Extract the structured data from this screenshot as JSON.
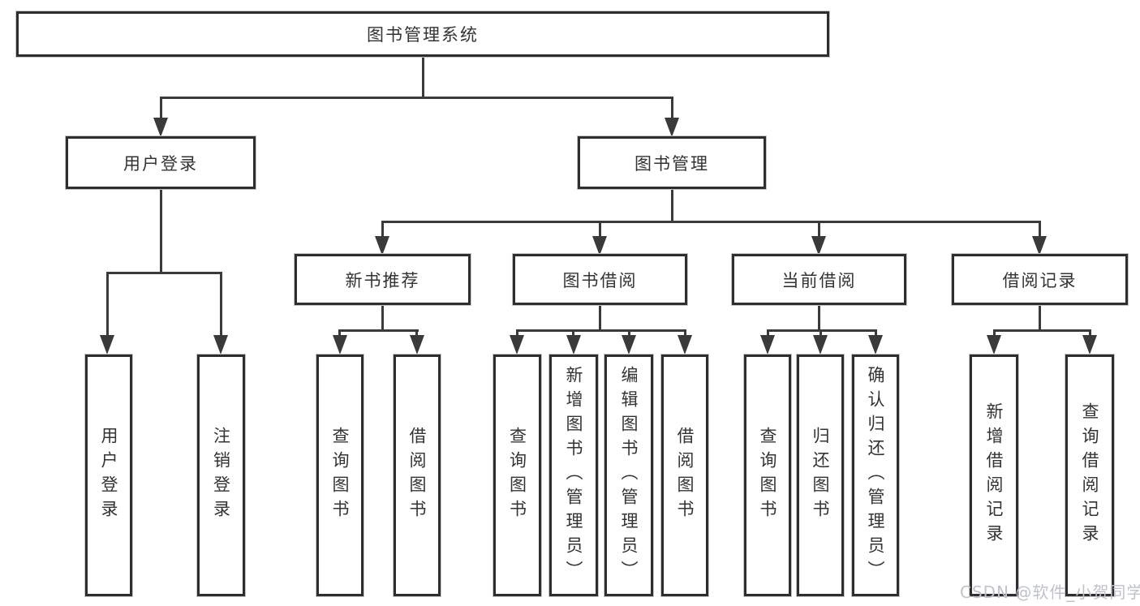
{
  "diagram": {
    "title_node": {
      "label": "图书管理系统"
    },
    "level2": [
      {
        "label": "用户登录"
      },
      {
        "label": "图书管理"
      }
    ],
    "level3": [
      {
        "label": "新书推荐"
      },
      {
        "label": "图书借阅"
      },
      {
        "label": "当前借阅"
      },
      {
        "label": "借阅记录"
      }
    ],
    "leaves": {
      "user_login": [
        {
          "label": "用户登录"
        },
        {
          "label": "注销登录"
        }
      ],
      "new_book_rec": [
        {
          "label": "查询图书"
        },
        {
          "label": "借阅图书"
        }
      ],
      "book_borrow": [
        {
          "label": "查询图书"
        },
        {
          "label": "新增图书（管理员）"
        },
        {
          "label": "编辑图书（管理员）"
        },
        {
          "label": "借阅图书"
        }
      ],
      "current_borrow": [
        {
          "label": "查询图书"
        },
        {
          "label": "归还图书"
        },
        {
          "label": "确认归还（管理员）"
        }
      ],
      "borrow_record": [
        {
          "label": "新增借阅记录"
        },
        {
          "label": "查询借阅记录"
        }
      ]
    }
  },
  "watermark": {
    "text": "CSDN @软件_小贺同学"
  },
  "colors": {
    "line": "#3a3a3a",
    "border": "#2e2e2e",
    "text": "#333333",
    "background": "#ffffff",
    "watermark": "#bfc3c9"
  }
}
